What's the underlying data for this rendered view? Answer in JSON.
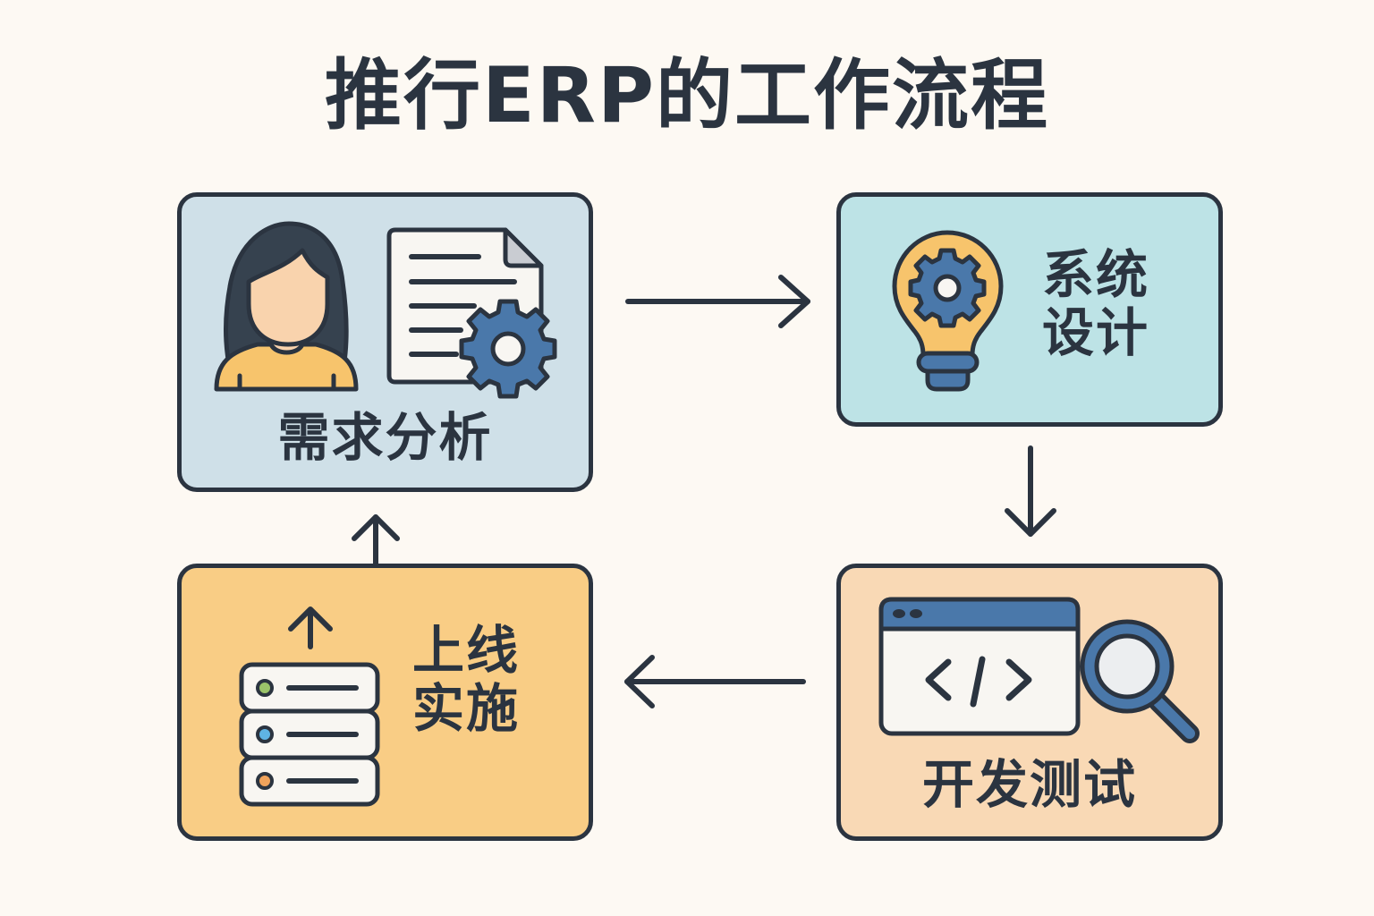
{
  "title": "推行ERP的工作流程",
  "colors": {
    "background": "#fdf9f3",
    "outline": "#2b3440",
    "requirements_card": "#cfe0e8",
    "design_card": "#bde3e6",
    "dev_card": "#f9d9b5",
    "deploy_card": "#f9cd85",
    "accent_blue": "#4a78aa",
    "accent_yellow": "#f7c46c",
    "paper": "#f8f6f2"
  },
  "steps": [
    {
      "id": "requirements",
      "label": "需求分析",
      "icons": [
        "person-icon",
        "document-gear-icon"
      ]
    },
    {
      "id": "design",
      "label_lines": [
        "系统",
        "设计"
      ],
      "icons": [
        "lightbulb-gear-icon"
      ]
    },
    {
      "id": "development",
      "label": "开发测试",
      "icons": [
        "code-window-icon",
        "magnifier-icon"
      ]
    },
    {
      "id": "deployment",
      "label_lines": [
        "上线",
        "实施"
      ],
      "icons": [
        "server-upload-icon"
      ]
    }
  ],
  "flow": [
    {
      "from": "requirements",
      "to": "design",
      "direction": "right"
    },
    {
      "from": "design",
      "to": "development",
      "direction": "down"
    },
    {
      "from": "development",
      "to": "deployment",
      "direction": "left"
    },
    {
      "from": "deployment",
      "to": "requirements",
      "direction": "up"
    }
  ]
}
